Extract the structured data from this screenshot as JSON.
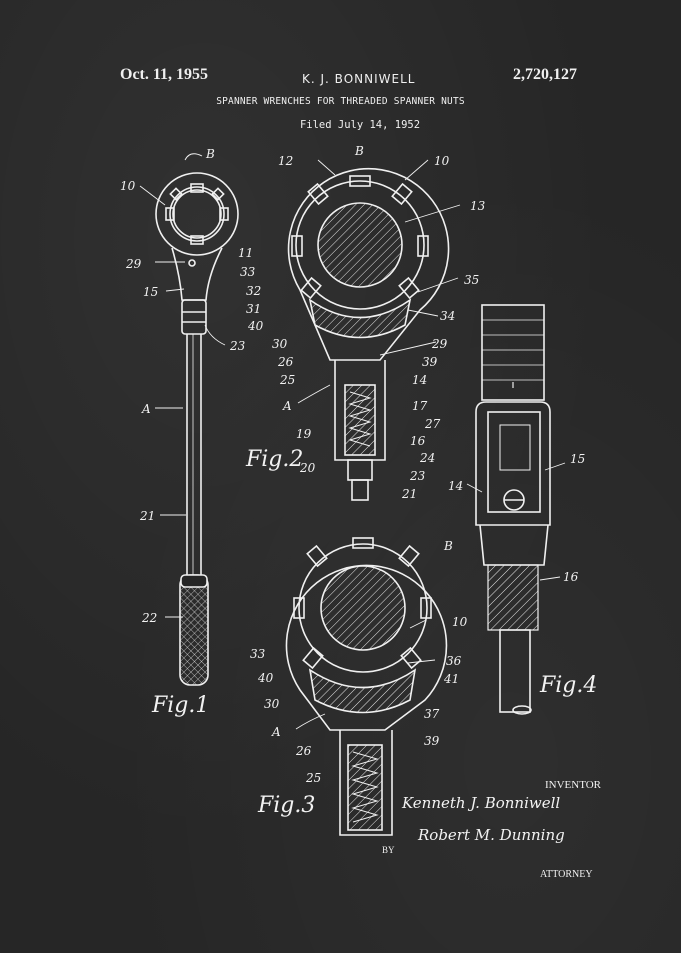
{
  "header": {
    "date": "Oct. 11, 1955",
    "inventor_name": "K. J. BONNIWELL",
    "patent_number": "2,720,127",
    "title": "SPANNER WRENCHES FOR THREADED SPANNER NUTS",
    "filed": "Filed July 14, 1952"
  },
  "figures": {
    "fig1": "Fig.1",
    "fig2": "Fig.2",
    "fig3": "Fig.3",
    "fig4": "Fig.4"
  },
  "labels": {
    "fig1": {
      "B": "B",
      "n10": "10",
      "n29": "29",
      "n15": "15",
      "n23": "23",
      "A": "A",
      "n21": "21",
      "n22": "22"
    },
    "fig2": {
      "n12": "12",
      "B": "B",
      "n10": "10",
      "n13": "13",
      "n11": "11",
      "n33": "33",
      "n35": "35",
      "n32": "32",
      "n31": "31",
      "n34": "34",
      "n40": "40",
      "n30": "30",
      "n29": "29",
      "n26": "26",
      "n39": "39",
      "n25": "25",
      "n14": "14",
      "A": "A",
      "n17": "17",
      "n27": "27",
      "n19": "19",
      "n16": "16",
      "n20": "20",
      "n24": "24",
      "n23": "23",
      "n21": "21"
    },
    "fig3": {
      "B": "B",
      "n10": "10",
      "n33": "33",
      "n36": "36",
      "n40": "40",
      "n41": "41",
      "n30": "30",
      "A": "A",
      "n37": "37",
      "n26": "26",
      "n39": "39",
      "n25": "25"
    },
    "fig4": {
      "n15": "15",
      "n14": "14",
      "n16": "16"
    }
  },
  "signature": {
    "inventor_role": "INVENTOR",
    "inventor_signature": "Kenneth J. Bonniwell",
    "by": "BY",
    "attorney_signature": "Robert M. Dunning",
    "attorney_role": "ATTORNEY"
  }
}
